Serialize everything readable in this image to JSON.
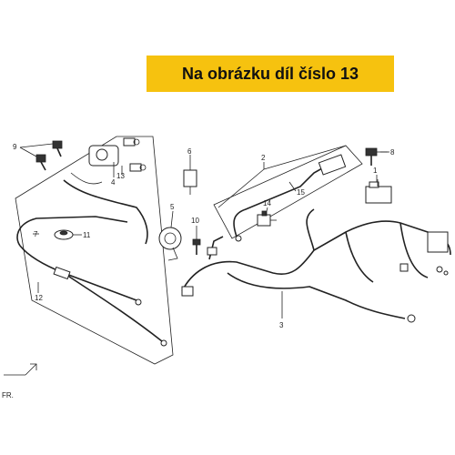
{
  "banner": {
    "text": "Na obrázku díl číslo 13",
    "color": "#f6c20f"
  },
  "callouts": [
    {
      "id": "c1",
      "label": "1"
    },
    {
      "id": "c2",
      "label": "2"
    },
    {
      "id": "c3",
      "label": "3"
    },
    {
      "id": "c4",
      "label": "4"
    },
    {
      "id": "c5",
      "label": "5"
    },
    {
      "id": "c6",
      "label": "6"
    },
    {
      "id": "c7",
      "label": "7"
    },
    {
      "id": "c8",
      "label": "8"
    },
    {
      "id": "c9",
      "label": "9"
    },
    {
      "id": "c10",
      "label": "10"
    },
    {
      "id": "c11",
      "label": "11"
    },
    {
      "id": "c12",
      "label": "12"
    },
    {
      "id": "c13",
      "label": "13"
    },
    {
      "id": "c14",
      "label": "14"
    },
    {
      "id": "c15",
      "label": "15"
    }
  ],
  "direction_label": "FR."
}
